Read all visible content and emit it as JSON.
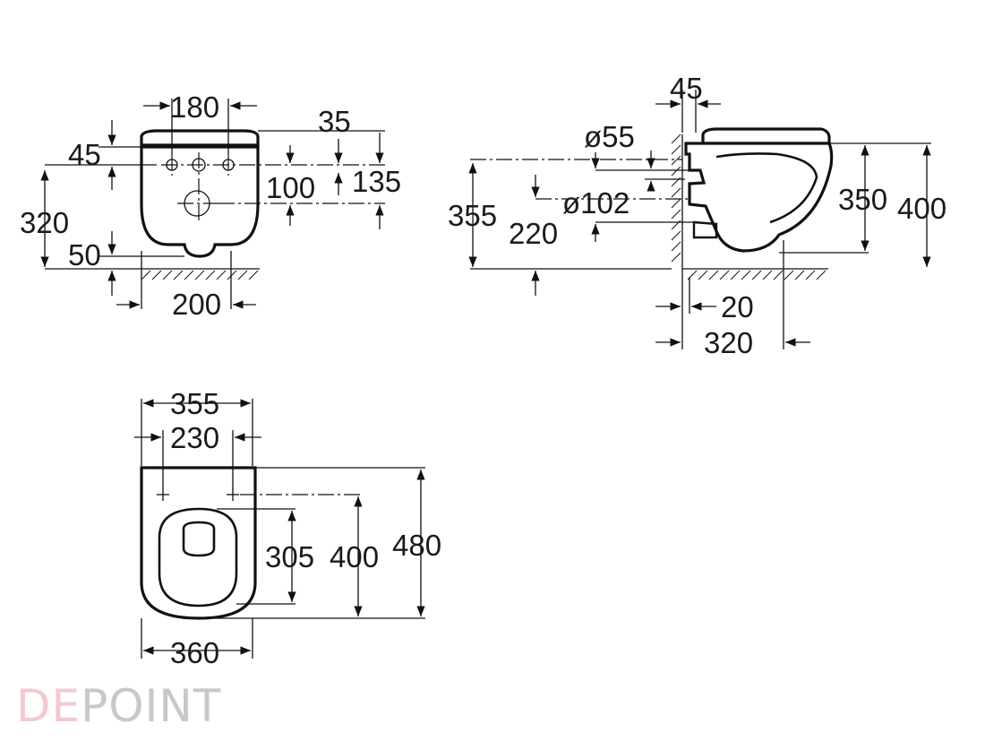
{
  "front_view": {
    "dim_top_spacing": "180",
    "dim_left_offset": "45",
    "dim_right_offset": "35",
    "dim_mid_height": "100",
    "dim_right_height": "135",
    "dim_total_height": "320",
    "dim_bottom_offset": "50",
    "dim_bottom_width": "200"
  },
  "side_view": {
    "dim_wall_offset": "45",
    "dim_inlet_dia": "ø55",
    "dim_outlet_dia": "ø102",
    "dim_height_355": "355",
    "dim_height_220": "220",
    "dim_bowl_height": "350",
    "dim_total_height": "400",
    "dim_bottom_20": "20",
    "dim_bottom_320": "320"
  },
  "top_view": {
    "dim_width_355": "355",
    "dim_width_230": "230",
    "dim_length_305": "305",
    "dim_length_400": "400",
    "dim_length_480": "480",
    "dim_width_360": "360"
  },
  "watermark": {
    "text": "DEPOINT",
    "colors": {
      "accent": "#f3c9cf",
      "gray": "#c8c8c8"
    }
  }
}
